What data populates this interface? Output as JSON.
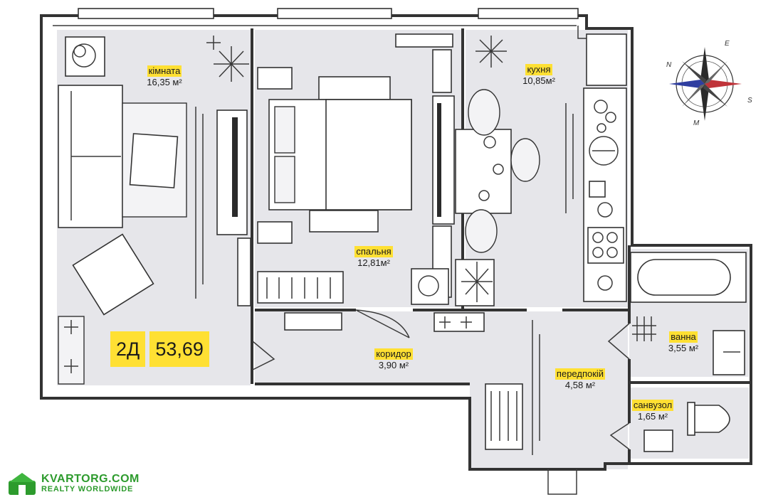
{
  "unit": {
    "code": "2Д",
    "total_area": "53,69"
  },
  "rooms": [
    {
      "id": "kimnata",
      "name": "кімната",
      "area": "16,35 м²"
    },
    {
      "id": "spalnia",
      "name": "спальня",
      "area": "12,81м²"
    },
    {
      "id": "kukhnia",
      "name": "кухня",
      "area": "10,85м²"
    },
    {
      "id": "vanna",
      "name": "ванна",
      "area": "3,55 м²"
    },
    {
      "id": "korydor",
      "name": "коридор",
      "area": "3,90 м²"
    },
    {
      "id": "peredpokii",
      "name": "передпокій",
      "area": "4,58 м²"
    },
    {
      "id": "sanvuzol",
      "name": "санвузол",
      "area": "1,65 м²"
    }
  ],
  "compass": {
    "n": "N",
    "e": "E",
    "s": "S",
    "w": "M"
  },
  "logo": {
    "name": "KVARTORG.COM",
    "tagline": "REALTY WORLDWIDE"
  },
  "colors": {
    "highlight": "#ffe033",
    "floor": "#e6e6ea",
    "logo_green": "#2d9b2d"
  }
}
